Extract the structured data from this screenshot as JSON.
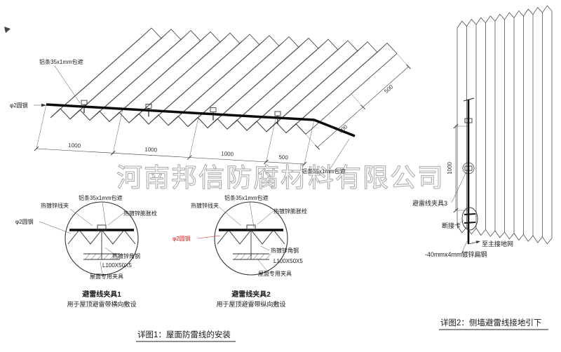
{
  "watermark": "河南邦信防腐材料有限公司",
  "colors": {
    "red": "#cc2222",
    "watermark": "#9a9a9a",
    "line": "#3a3a3a",
    "wire": "#0a0a0a"
  },
  "roof": {
    "label_strip_top": "铝条35x1mm包遮",
    "label_round_steel": "φ2圆钢",
    "label_strip_right": "铝条35x1mm包遮",
    "dims_bottom": [
      "1000",
      "1000",
      "1000",
      "500"
    ],
    "dims_right": [
      "500",
      "500"
    ]
  },
  "detail1": {
    "title": "避雷线夹具1",
    "subtitle": "用于屋顶避雷带横向敷设",
    "labels": {
      "clamp": "热镀锌线夹",
      "strip": "铝条35x1mm包遮",
      "bolt": "热镀锌膨胀栓",
      "round_steel": "φ2圆钢",
      "angle_steel": "热镀锌角钢",
      "angle_spec": "L100X50X5",
      "roof_clamp": "屋面专用夹具"
    }
  },
  "detail2": {
    "title": "避雷线夹具2",
    "subtitle": "用于屋顶避雷带纵向敷设",
    "labels": {
      "clamp": "热镀锌线夹",
      "strip": "铝条35x1mm包遮",
      "bolt": "热镀锌膨胀栓",
      "round_steel": "φ2圆钢",
      "angle_steel": "热镀锌角钢",
      "angle_spec": "L100X50X5",
      "roof_clamp": "屋面专用夹具"
    }
  },
  "wall": {
    "label_clamp": "避雷线夹具3",
    "label_disconnect": "断接卡",
    "label_ground": "至主接地网",
    "label_flat_steel": "-40mmx4mm镀锌扁钢",
    "dim": "1000"
  },
  "captions": {
    "detail1": "详图1：屋面防雷线的安装",
    "detail2": "详图2：侧墙避雷线接地引下"
  }
}
